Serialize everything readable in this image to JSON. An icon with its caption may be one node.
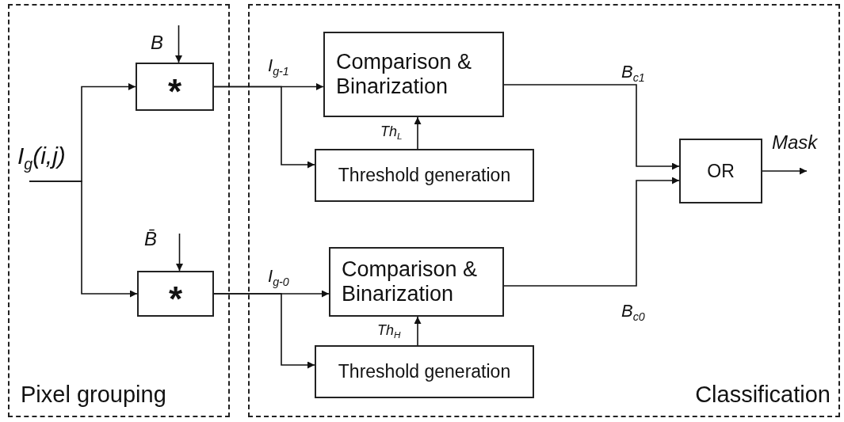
{
  "diagram": {
    "nodes": [
      {
        "text": [
          "Pixel grouping"
        ]
      },
      {
        "text": [
          "Classification"
        ]
      },
      {
        "text": [
          "*"
        ],
        "in": 0
      },
      {
        "text": [
          "*"
        ],
        "in": 0
      },
      {
        "text": [
          "Comparison & Binarization"
        ],
        "in": 1
      },
      {
        "text": [
          "Threshold generation"
        ],
        "in": 1
      },
      {
        "text": [
          "Comparison & Binarization"
        ],
        "in": 1
      },
      {
        "text": [
          "Threshold generation"
        ],
        "in": 1
      },
      {
        "text": [
          "OR"
        ],
        "in": 1
      }
    ],
    "edges": [
      {
        "from": null,
        "to": 2,
        "arrow": "to",
        "label": "I$_{g}$(i,j)"
      },
      {
        "from": null,
        "to": 3,
        "arrow": "to"
      },
      {
        "from": null,
        "to": 2,
        "arrow": "to",
        "label": "B"
      },
      {
        "from": null,
        "to": 3,
        "arrow": "to",
        "label": "B̄"
      },
      {
        "from": 2,
        "to": 4,
        "arrow": "to",
        "label": "I$_{g-1}$"
      },
      {
        "from": 2,
        "to": 5,
        "arrow": "to"
      },
      {
        "from": 3,
        "to": 6,
        "arrow": "to",
        "label": "I$_{g-0}$"
      },
      {
        "from": 3,
        "to": 7,
        "arrow": "to"
      },
      {
        "from": 5,
        "to": 4,
        "arrow": "to",
        "label": "Th$_{L}$"
      },
      {
        "from": 7,
        "to": 6,
        "arrow": "to",
        "label": "Th$_{H}$"
      },
      {
        "from": 4,
        "to": 8,
        "arrow": "to",
        "label": "B$_{c1}$"
      },
      {
        "from": 6,
        "to": 8,
        "arrow": "to",
        "label": "B$_{c0}$"
      },
      {
        "from": 8,
        "to": null,
        "arrow": "to",
        "label": "Mask"
      }
    ]
  }
}
